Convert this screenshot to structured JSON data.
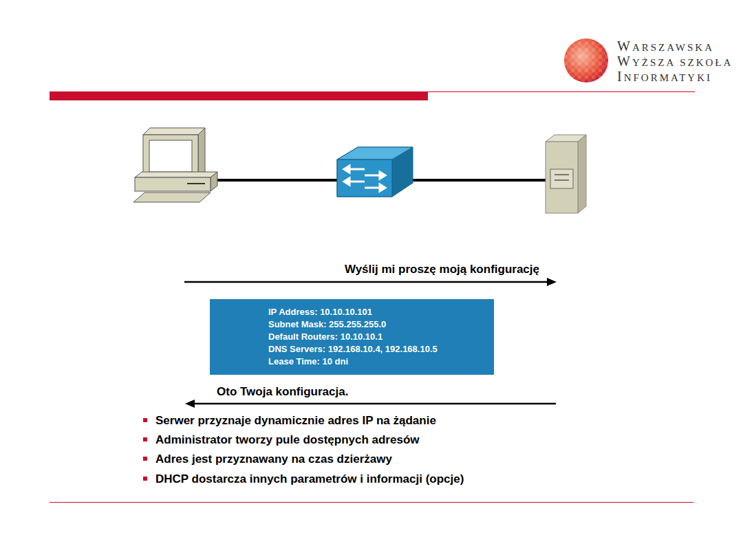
{
  "diagram": {
    "nodes": [
      {
        "text": [
          "IP Address: 10.10.10.101",
          "Subnet Mask: 255.255.255.0",
          "Default Routers: 10.10.10.1",
          "DNS Servers: 192.168.10.4, 192.168.10.5",
          "Lease Time: 10 dni"
        ]
      }
    ],
    "labels": [
      "WARSZAWSKA",
      "WYŻSZA SZKOŁA",
      "INFORMATYKI",
      "Wyślij mi proszę moją konfigurację",
      "Oto Twoja konfiguracja.",
      "Serwer przyznaje dynamicznie adres IP na żądanie",
      "Administrator tworzy pule dostępnych adresów",
      "Adres jest przyznawany na czas dzierżawy",
      "DHCP dostarcza innych parametrów i informacji (opcje)"
    ]
  }
}
